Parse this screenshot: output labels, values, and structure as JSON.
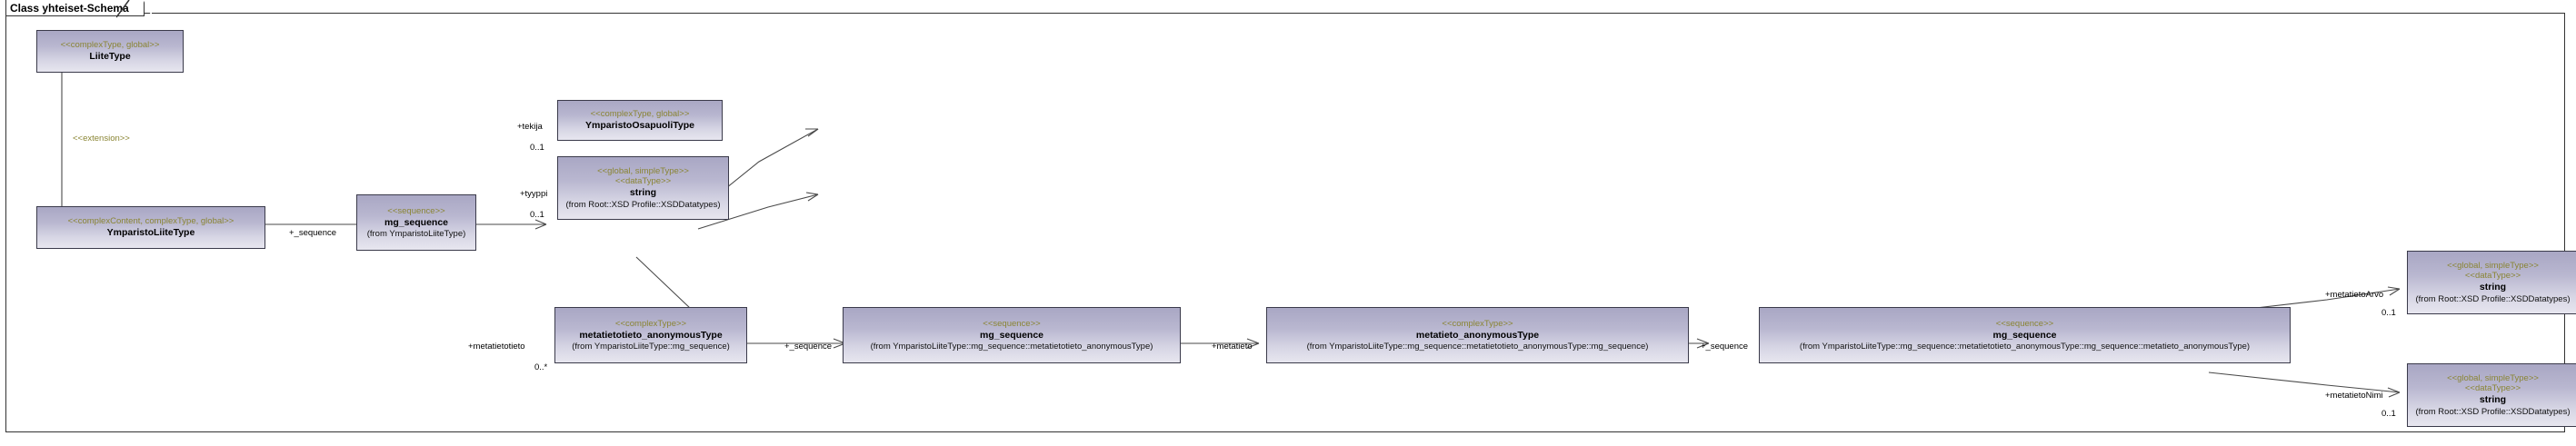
{
  "frame": {
    "title": "Class yhteiset-Schema"
  },
  "nodes": [
    {
      "id": "liitetype",
      "name": "LiiteType",
      "stereotype": "<<complexType, global>>",
      "from": ""
    },
    {
      "id": "ymparistoliitetype",
      "name": "YmparistoLiiteType",
      "stereotype": "<<complexContent, complexType, global>>",
      "from": ""
    },
    {
      "id": "mg_sequence_root",
      "name": "mg_sequence",
      "stereotype": "<<sequence>>",
      "from": "(from YmparistoLiiteType)"
    },
    {
      "id": "ymparistoosapuolitype",
      "name": "YmparistoOsapuoliType",
      "stereotype": "<<complexType, global>>",
      "from": ""
    },
    {
      "id": "string_tyyppi",
      "name": "string",
      "stereotype": "<<global, simpleType>>",
      "stereotype2": "<<dataType>>",
      "from": "(from Root::XSD Profile::XSDDatatypes)"
    },
    {
      "id": "metatietotieto_anon",
      "name": "metatietotieto_anonymousType",
      "stereotype": "<<complexType>>",
      "from": "(from YmparistoLiiteType::mg_sequence)"
    },
    {
      "id": "mg_sequence_2",
      "name": "mg_sequence",
      "stereotype": "<<sequence>>",
      "from": "(from YmparistoLiiteType::mg_sequence::metatietotieto_anonymousType)"
    },
    {
      "id": "metatieto_anon",
      "name": "metatieto_anonymousType",
      "stereotype": "<<complexType>>",
      "from": "(from YmparistoLiiteType::mg_sequence::metatietotieto_anonymousType::mg_sequence)"
    },
    {
      "id": "mg_sequence_3",
      "name": "mg_sequence",
      "stereotype": "<<sequence>>",
      "from": "(from YmparistoLiiteType::mg_sequence::metatietotieto_anonymousType::mg_sequence::metatieto_anonymousType)"
    },
    {
      "id": "string_arvo",
      "name": "string",
      "stereotype": "<<global, simpleType>>",
      "stereotype2": "<<dataType>>",
      "from": "(from Root::XSD Profile::XSDDatatypes)"
    },
    {
      "id": "string_nimi",
      "name": "string",
      "stereotype": "<<global, simpleType>>",
      "stereotype2": "<<dataType>>",
      "from": "(from Root::XSD Profile::XSDDatatypes)"
    }
  ],
  "edge_labels": {
    "extension": "<<extension>>",
    "sequence_root": "+_sequence",
    "tekija": "+tekija",
    "tekija_mult": "0..1",
    "tyyppi": "+tyyppi",
    "tyyppi_mult": "0..1",
    "metatietotieto": "+metatietotieto",
    "metatietotieto_mult": "0..*",
    "sequence_2": "+_sequence",
    "metatieto": "+metatieto",
    "sequence_3": "+_sequence",
    "metatietoarvo": "+metatietoArvo",
    "metatietoarvo_mult": "0..1",
    "metatietonimi": "+metatietoNimi",
    "metatietonimi_mult": "0..1"
  }
}
